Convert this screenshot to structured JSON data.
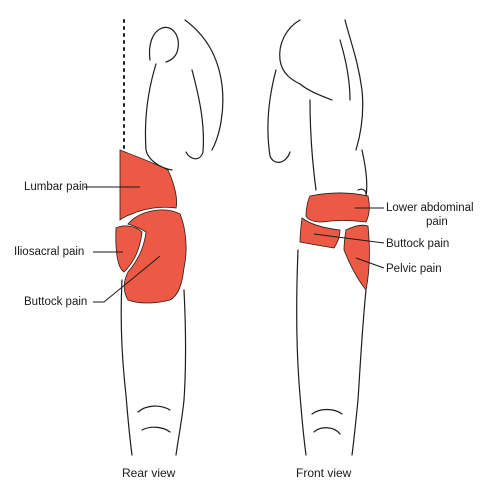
{
  "rear_view": {
    "caption": "Rear view",
    "labels": {
      "lumbar": "Lumbar pain",
      "iliosacral": "Iliosacral pain",
      "buttock": "Buttock pain"
    }
  },
  "front_view": {
    "caption": "Front view",
    "labels": {
      "lower_abdominal_line1": "Lower abdominal",
      "lower_abdominal_line2": "pain",
      "buttock": "Buttock pain",
      "pelvic": "Pelvic pain"
    }
  },
  "colors": {
    "pain_region": "#ec5a46",
    "outline": "#1c1c1c",
    "background": "#ffffff"
  }
}
